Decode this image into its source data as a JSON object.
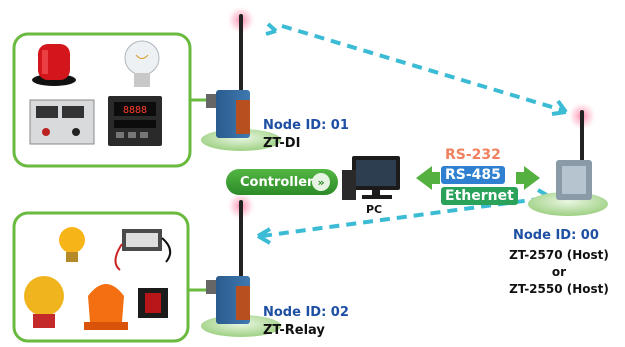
{
  "controller": {
    "label": "Controller",
    "chevron": "»"
  },
  "pc": {
    "label": "PC"
  },
  "interfaces": {
    "rs232": "RS-232",
    "rs485": "RS-485",
    "ethernet": "Ethernet"
  },
  "nodes": {
    "di": {
      "id_label": "Node ID: 01",
      "model": "ZT-DI"
    },
    "relay": {
      "id_label": "Node ID: 02",
      "model": "ZT-Relay"
    },
    "host": {
      "id_label": "Node ID: 00",
      "model_a": "ZT-2570 (Host)",
      "or_label": "or",
      "model_b": "ZT-2550 (Host)"
    }
  },
  "devices": {
    "top_panel": [
      "siren-light-icon",
      "light-bulb-icon",
      "power-supply-icon",
      "temperature-controller-icon"
    ],
    "bottom_panel": [
      "bulb-icon",
      "relay-module-icon",
      "alarm-bell-icon",
      "warning-light-icon",
      "rocker-switch-icon"
    ],
    "temp_display": "8888"
  },
  "colors": {
    "panel_border": "#6aba3f",
    "link": "#3bbcd4",
    "node_blue": "#1d4fa3",
    "signal": "#e8336b"
  }
}
